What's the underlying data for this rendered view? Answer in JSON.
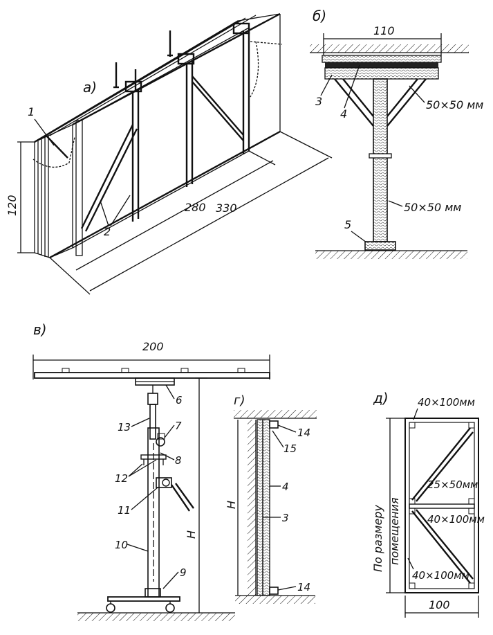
{
  "panels": {
    "a": {
      "label": "а)",
      "dim_height": "120",
      "dim_inner": "280",
      "dim_outer": "330",
      "callout_1": "1",
      "callout_2": "2"
    },
    "b": {
      "label": "б)",
      "dim_top": "110",
      "callout_3": "3",
      "callout_4": "4",
      "callout_5": "5",
      "brace_size": "50×50 мм",
      "post_size": "50×50 мм"
    },
    "v": {
      "label": "в)",
      "dim_width": "200",
      "dim_height": "Н",
      "callouts": [
        "6",
        "7",
        "8",
        "9",
        "10",
        "11",
        "12",
        "13"
      ]
    },
    "g": {
      "label": "г)",
      "dim_height": "Н",
      "callouts": [
        "14",
        "15",
        "4",
        "3",
        "14"
      ]
    },
    "d": {
      "label": "д)",
      "top_size": "40×100мм",
      "diag_size": "25×50мм",
      "mid_size": "40×100мм",
      "low_size": "40×100мм",
      "side_label_1": "По размеру",
      "side_label_2": "помещения",
      "dim_width": "100"
    }
  }
}
